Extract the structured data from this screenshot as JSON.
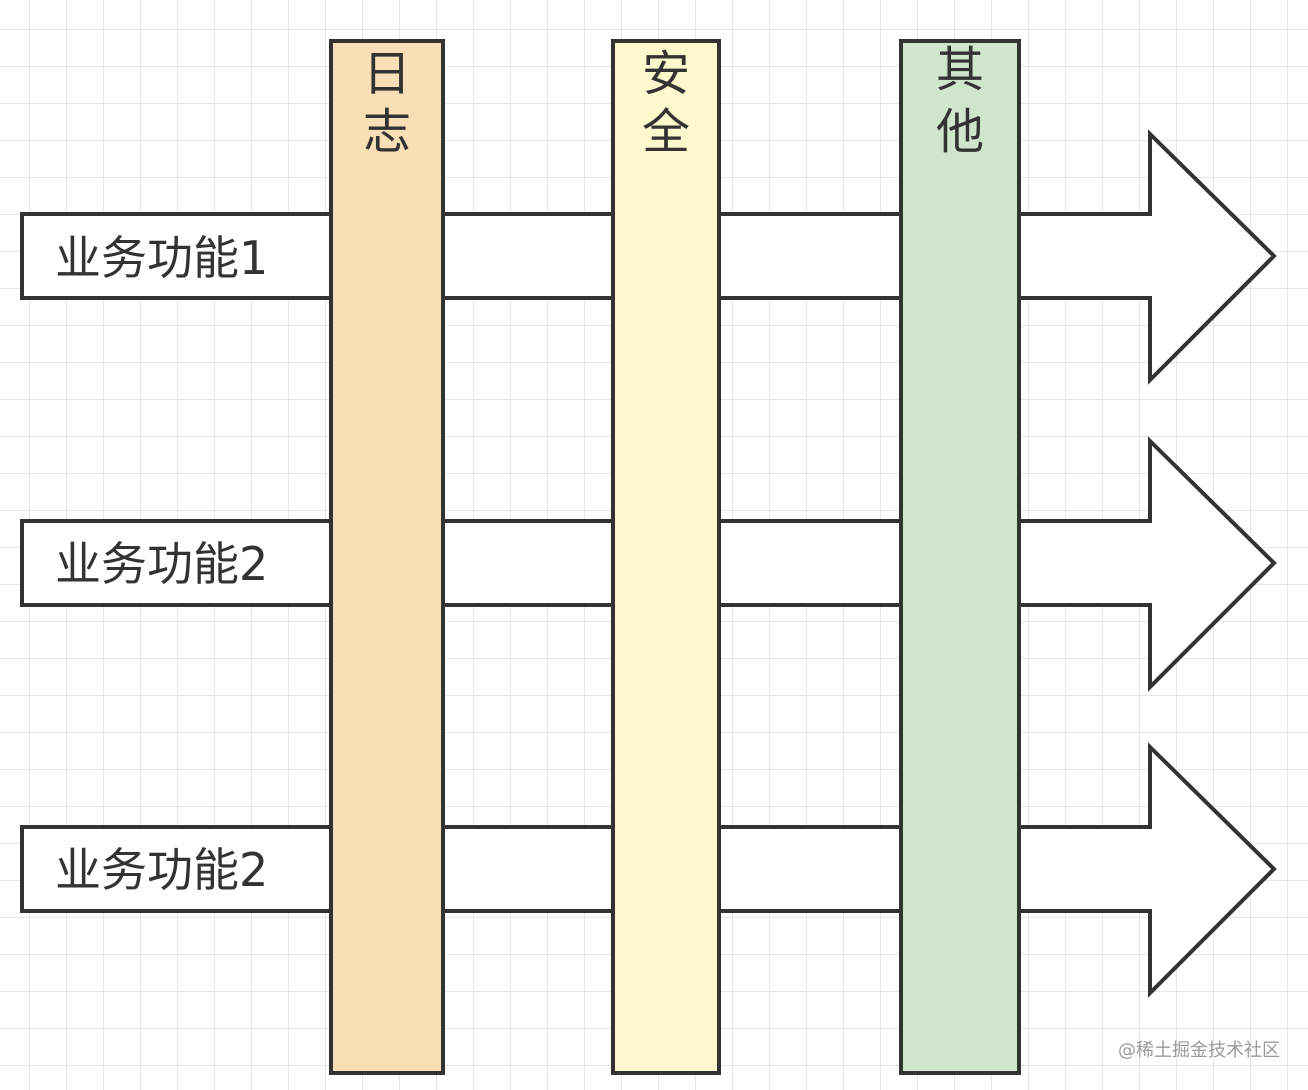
{
  "rows": [
    {
      "label": "业务功能1"
    },
    {
      "label": "业务功能2"
    },
    {
      "label": "业务功能2"
    }
  ],
  "bars": [
    {
      "label_chars": [
        "日",
        "志"
      ],
      "color": "#fadeb5"
    },
    {
      "label_chars": [
        "安",
        "全"
      ],
      "color": "#fff8cc"
    },
    {
      "label_chars": [
        "其",
        "他"
      ],
      "color": "#cfe5cc"
    }
  ],
  "watermark": "@稀土掘金技术社区"
}
